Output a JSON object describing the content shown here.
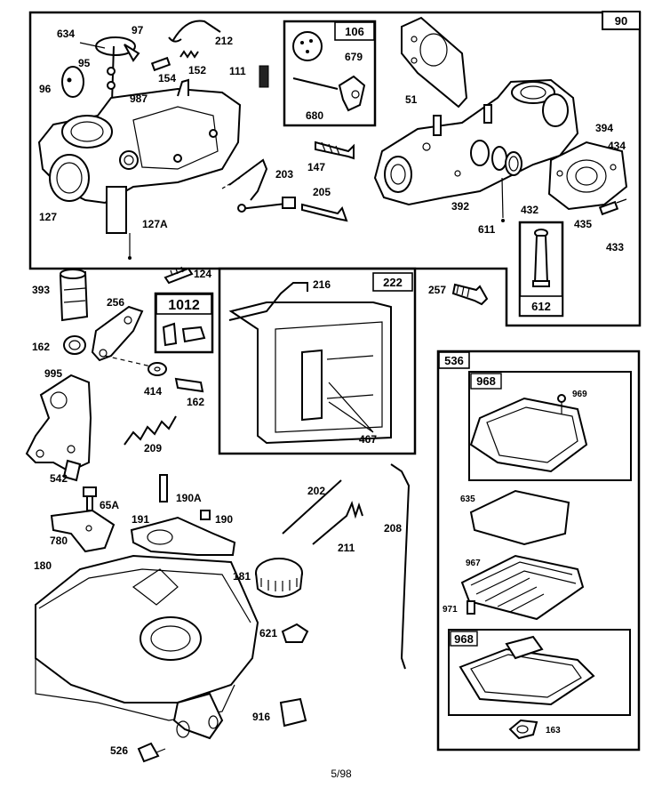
{
  "footer": "5/98",
  "kits": {
    "carburetor": "90",
    "k106": "106",
    "k1012": "1012",
    "k222": "222",
    "k536": "536",
    "k612": "612",
    "k968a": "968",
    "k968b": "968"
  },
  "labels": {
    "p634": "634",
    "p97": "97",
    "p95": "95",
    "p96": "96",
    "p987": "987",
    "p212": "212",
    "p154": "154",
    "p152": "152",
    "p111": "111",
    "p679": "679",
    "p680": "680",
    "p51": "51",
    "p127": "127",
    "p127A": "127A",
    "p203": "203",
    "p147": "147",
    "p205": "205",
    "p392": "392",
    "p611": "611",
    "p432": "432",
    "p394": "394",
    "p434": "434",
    "p435": "435",
    "p433": "433",
    "p124": "124",
    "p393": "393",
    "p256": "256",
    "p162a": "162",
    "p414": "414",
    "p162b": "162",
    "p995": "995",
    "p209": "209",
    "p542": "542",
    "p216": "216",
    "p467": "467",
    "p257": "257",
    "p969": "969",
    "p635": "635",
    "p967": "967",
    "p971": "971",
    "p163": "163",
    "p65A": "65A",
    "p190A": "190A",
    "p191": "191",
    "p190": "190",
    "p780": "780",
    "p202": "202",
    "p211": "211",
    "p208": "208",
    "p180": "180",
    "p181": "181",
    "p621": "621",
    "p916": "916",
    "p526": "526"
  }
}
